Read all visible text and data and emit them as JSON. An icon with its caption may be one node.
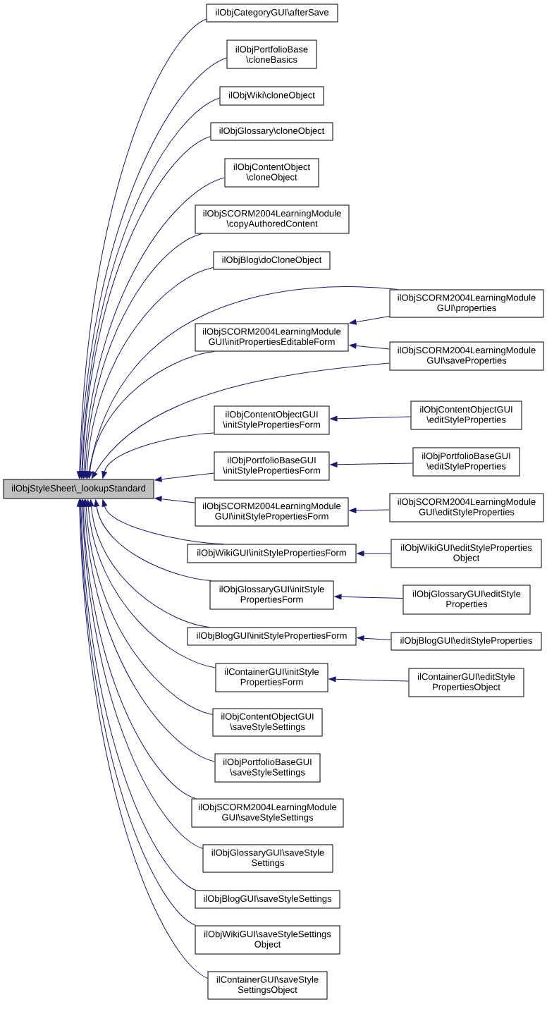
{
  "diagram": {
    "nodes": [
      {
        "text": [
          "ilObjStyleSheet\\_lookupStandard"
        ]
      },
      {
        "text": [
          "ilObjCategoryGUI\\afterSave"
        ]
      },
      {
        "text": [
          "ilObjPortfolioBase \\cloneBasics"
        ]
      },
      {
        "text": [
          "ilObjWiki\\cloneObject"
        ]
      },
      {
        "text": [
          "ilObjGlossary\\cloneObject"
        ]
      },
      {
        "text": [
          "ilObjContentObject \\cloneObject"
        ]
      },
      {
        "text": [
          "ilObjSCORM2004LearningModule \\copyAuthoredContent"
        ]
      },
      {
        "text": [
          "ilObjBlog\\doCloneObject"
        ]
      },
      {
        "text": [
          "ilObjSCORM2004LearningModule GUI\\initPropertiesEditableForm"
        ]
      },
      {
        "text": [
          "ilObjSCORM2004LearningModule GUI\\properties"
        ]
      },
      {
        "text": [
          "ilObjSCORM2004LearningModule GUI\\saveProperties"
        ]
      },
      {
        "text": [
          "ilObjContentObjectGUI \\initStylePropertiesForm"
        ]
      },
      {
        "text": [
          "ilObjContentObjectGUI \\editStyleProperties"
        ]
      },
      {
        "text": [
          "ilObjPortfolioBaseGUI \\initStylePropertiesForm"
        ]
      },
      {
        "text": [
          "ilObjPortfolioBaseGUI \\editStyleProperties"
        ]
      },
      {
        "text": [
          "ilObjSCORM2004LearningModule GUI\\initStylePropertiesForm"
        ]
      },
      {
        "text": [
          "ilObjSCORM2004LearningModule GUI\\editStyleProperties"
        ]
      },
      {
        "text": [
          "ilObjWikiGUI\\initStylePropertiesForm"
        ]
      },
      {
        "text": [
          "ilObjWikiGUI\\editStyleProperties Object"
        ]
      },
      {
        "text": [
          "ilObjGlossaryGUI\\initStyle PropertiesForm"
        ]
      },
      {
        "text": [
          "ilObjGlossaryGUI\\editStyle Properties"
        ]
      },
      {
        "text": [
          "ilObjBlogGUI\\initStylePropertiesForm"
        ]
      },
      {
        "text": [
          "ilObjBlogGUI\\editStyleProperties"
        ]
      },
      {
        "text": [
          "ilContainerGUI\\initStyle PropertiesForm"
        ]
      },
      {
        "text": [
          "ilContainerGUI\\editStyle PropertiesObject"
        ]
      },
      {
        "text": [
          "ilObjContentObjectGUI \\saveStyleSettings"
        ]
      },
      {
        "text": [
          "ilObjPortfolioBaseGUI \\saveStyleSettings"
        ]
      },
      {
        "text": [
          "ilObjSCORM2004LearningModule GUI\\saveStyleSettings"
        ]
      },
      {
        "text": [
          "ilObjGlossaryGUI\\saveStyle Settings"
        ]
      },
      {
        "text": [
          "ilObjBlogGUI\\saveStyleSettings"
        ]
      },
      {
        "text": [
          "ilObjWikiGUI\\saveStyleSettings Object"
        ]
      },
      {
        "text": [
          "ilContainerGUI\\saveStyle SettingsObject"
        ]
      }
    ],
    "edges": [
      {
        "from": 1,
        "to": 0,
        "arrow": "to"
      },
      {
        "from": 2,
        "to": 0,
        "arrow": "to"
      },
      {
        "from": 3,
        "to": 0,
        "arrow": "to"
      },
      {
        "from": 4,
        "to": 0,
        "arrow": "to"
      },
      {
        "from": 5,
        "to": 0,
        "arrow": "to"
      },
      {
        "from": 6,
        "to": 0,
        "arrow": "to"
      },
      {
        "from": 7,
        "to": 0,
        "arrow": "to"
      },
      {
        "from": 8,
        "to": 0,
        "arrow": "to"
      },
      {
        "from": 9,
        "to": 0,
        "arrow": "to"
      },
      {
        "from": 9,
        "to": 8,
        "arrow": "to"
      },
      {
        "from": 10,
        "to": 0,
        "arrow": "to"
      },
      {
        "from": 10,
        "to": 8,
        "arrow": "to"
      },
      {
        "from": 11,
        "to": 0,
        "arrow": "to"
      },
      {
        "from": 12,
        "to": 11,
        "arrow": "to"
      },
      {
        "from": 13,
        "to": 0,
        "arrow": "to"
      },
      {
        "from": 14,
        "to": 13,
        "arrow": "to"
      },
      {
        "from": 15,
        "to": 0,
        "arrow": "to"
      },
      {
        "from": 16,
        "to": 15,
        "arrow": "to"
      },
      {
        "from": 17,
        "to": 0,
        "arrow": "to"
      },
      {
        "from": 18,
        "to": 17,
        "arrow": "to"
      },
      {
        "from": 19,
        "to": 0,
        "arrow": "to"
      },
      {
        "from": 20,
        "to": 19,
        "arrow": "to"
      },
      {
        "from": 21,
        "to": 0,
        "arrow": "to"
      },
      {
        "from": 22,
        "to": 21,
        "arrow": "to"
      },
      {
        "from": 23,
        "to": 0,
        "arrow": "to"
      },
      {
        "from": 24,
        "to": 23,
        "arrow": "to"
      },
      {
        "from": 25,
        "to": 0,
        "arrow": "to"
      },
      {
        "from": 26,
        "to": 0,
        "arrow": "to"
      },
      {
        "from": 27,
        "to": 0,
        "arrow": "to"
      },
      {
        "from": 28,
        "to": 0,
        "arrow": "to"
      },
      {
        "from": 29,
        "to": 0,
        "arrow": "to"
      },
      {
        "from": 30,
        "to": 0,
        "arrow": "to"
      },
      {
        "from": 31,
        "to": 0,
        "arrow": "to"
      }
    ]
  }
}
